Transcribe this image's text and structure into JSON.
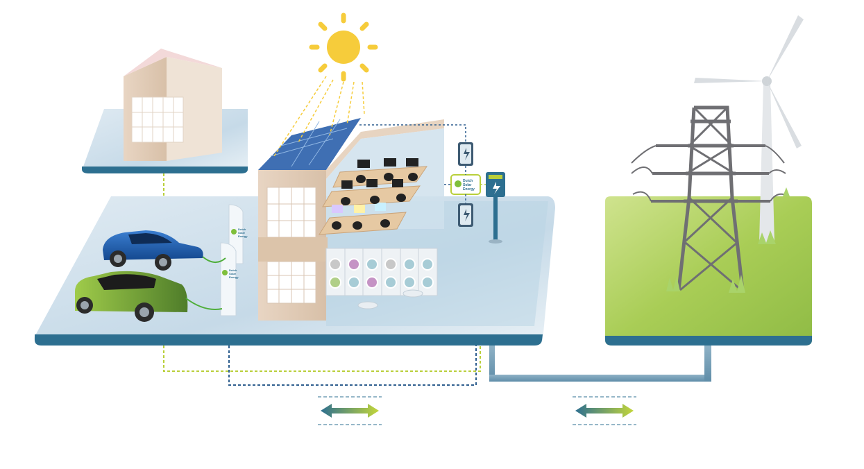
{
  "logo": {
    "text_line1": "Dutch",
    "text_line2": "Solar",
    "text_line3": "Energy"
  },
  "colors": {
    "platform_blue": "#c9dcea",
    "platform_edge": "#2d6f90",
    "grid_green": "#a8cc52",
    "grid_edge": "#2d6f90",
    "dashed_blue": "#2f5f8f",
    "dashed_green": "#b9cf3a",
    "sun": "#f6cc3b",
    "solar_panel": "#3f6fb3",
    "car_blue": "#1f5fb0",
    "car_green": "#8bbd3a",
    "pylon": "#6f6f73",
    "turbine": "#d9dde1",
    "arrow_start": "#2d6f90",
    "arrow_end": "#b9cf3a"
  },
  "icons": {
    "sun": "sun-icon",
    "battery": "battery-icon",
    "charger": "ev-charger-icon",
    "pylon": "power-pylon-icon",
    "turbine": "wind-turbine-icon",
    "arrow": "bidirectional-arrow-icon"
  },
  "server_lights": [
    "#c8c8c8",
    "#c593c5",
    "#a7ccd6",
    "#c8c8c8",
    "#a7ccd6",
    "#a7ccd6",
    "#b0cf88",
    "#a7ccd6",
    "#c593c5",
    "#a7ccd6",
    "#a7ccd6",
    "#a7ccd6"
  ]
}
